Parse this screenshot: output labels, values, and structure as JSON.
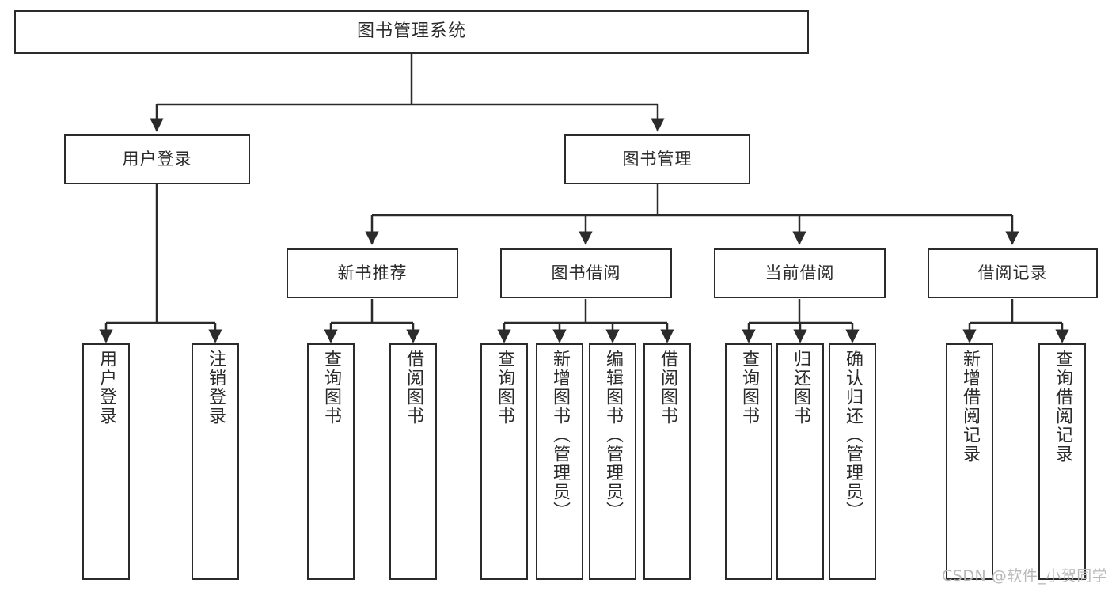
{
  "diagram": {
    "type": "tree",
    "title": "图书管理系统",
    "orientation": "top-down",
    "colors": {
      "stroke": "#2b2b2b",
      "fill": "#ffffff",
      "text": "#2b2b2b",
      "watermark": "#b9b9b9"
    },
    "levels": [
      {
        "level": 1,
        "nodes": [
          {
            "id": "root",
            "label": "图书管理系统",
            "orientation": "horizontal"
          }
        ]
      },
      {
        "level": 2,
        "nodes": [
          {
            "id": "login",
            "label": "用户登录",
            "orientation": "horizontal",
            "parent": "root"
          },
          {
            "id": "bookmgmt",
            "label": "图书管理",
            "orientation": "horizontal",
            "parent": "root"
          }
        ]
      },
      {
        "level": 3,
        "nodes": [
          {
            "id": "newbook",
            "label": "新书推荐",
            "orientation": "horizontal",
            "parent": "bookmgmt"
          },
          {
            "id": "borrow",
            "label": "图书借阅",
            "orientation": "horizontal",
            "parent": "bookmgmt"
          },
          {
            "id": "current",
            "label": "当前借阅",
            "orientation": "horizontal",
            "parent": "bookmgmt"
          },
          {
            "id": "records",
            "label": "借阅记录",
            "orientation": "horizontal",
            "parent": "bookmgmt"
          }
        ]
      },
      {
        "level": 4,
        "nodes": [
          {
            "id": "leaf1",
            "label": "用户登录",
            "orientation": "vertical",
            "parent": "login"
          },
          {
            "id": "leaf2",
            "label": "注销登录",
            "orientation": "vertical",
            "parent": "login"
          },
          {
            "id": "leaf3",
            "label": "查询图书",
            "orientation": "vertical",
            "parent": "newbook"
          },
          {
            "id": "leaf4",
            "label": "借阅图书",
            "orientation": "vertical",
            "parent": "newbook"
          },
          {
            "id": "leaf5",
            "label": "查询图书",
            "orientation": "vertical",
            "parent": "borrow"
          },
          {
            "id": "leaf6",
            "label": "新增图书（管理员）",
            "orientation": "vertical",
            "parent": "borrow"
          },
          {
            "id": "leaf7",
            "label": "编辑图书（管理员）",
            "orientation": "vertical",
            "parent": "borrow"
          },
          {
            "id": "leaf8",
            "label": "借阅图书",
            "orientation": "vertical",
            "parent": "borrow"
          },
          {
            "id": "leaf9",
            "label": "查询图书",
            "orientation": "vertical",
            "parent": "current"
          },
          {
            "id": "leaf10",
            "label": "归还图书",
            "orientation": "vertical",
            "parent": "current"
          },
          {
            "id": "leaf11",
            "label": "确认归还（管理员）",
            "orientation": "vertical",
            "parent": "current"
          },
          {
            "id": "leaf12",
            "label": "新增借阅记录",
            "orientation": "vertical",
            "parent": "records"
          },
          {
            "id": "leaf13",
            "label": "查询借阅记录",
            "orientation": "vertical",
            "parent": "records"
          }
        ]
      }
    ]
  },
  "watermark": {
    "text": "CSDN @软件_小贺同学"
  }
}
